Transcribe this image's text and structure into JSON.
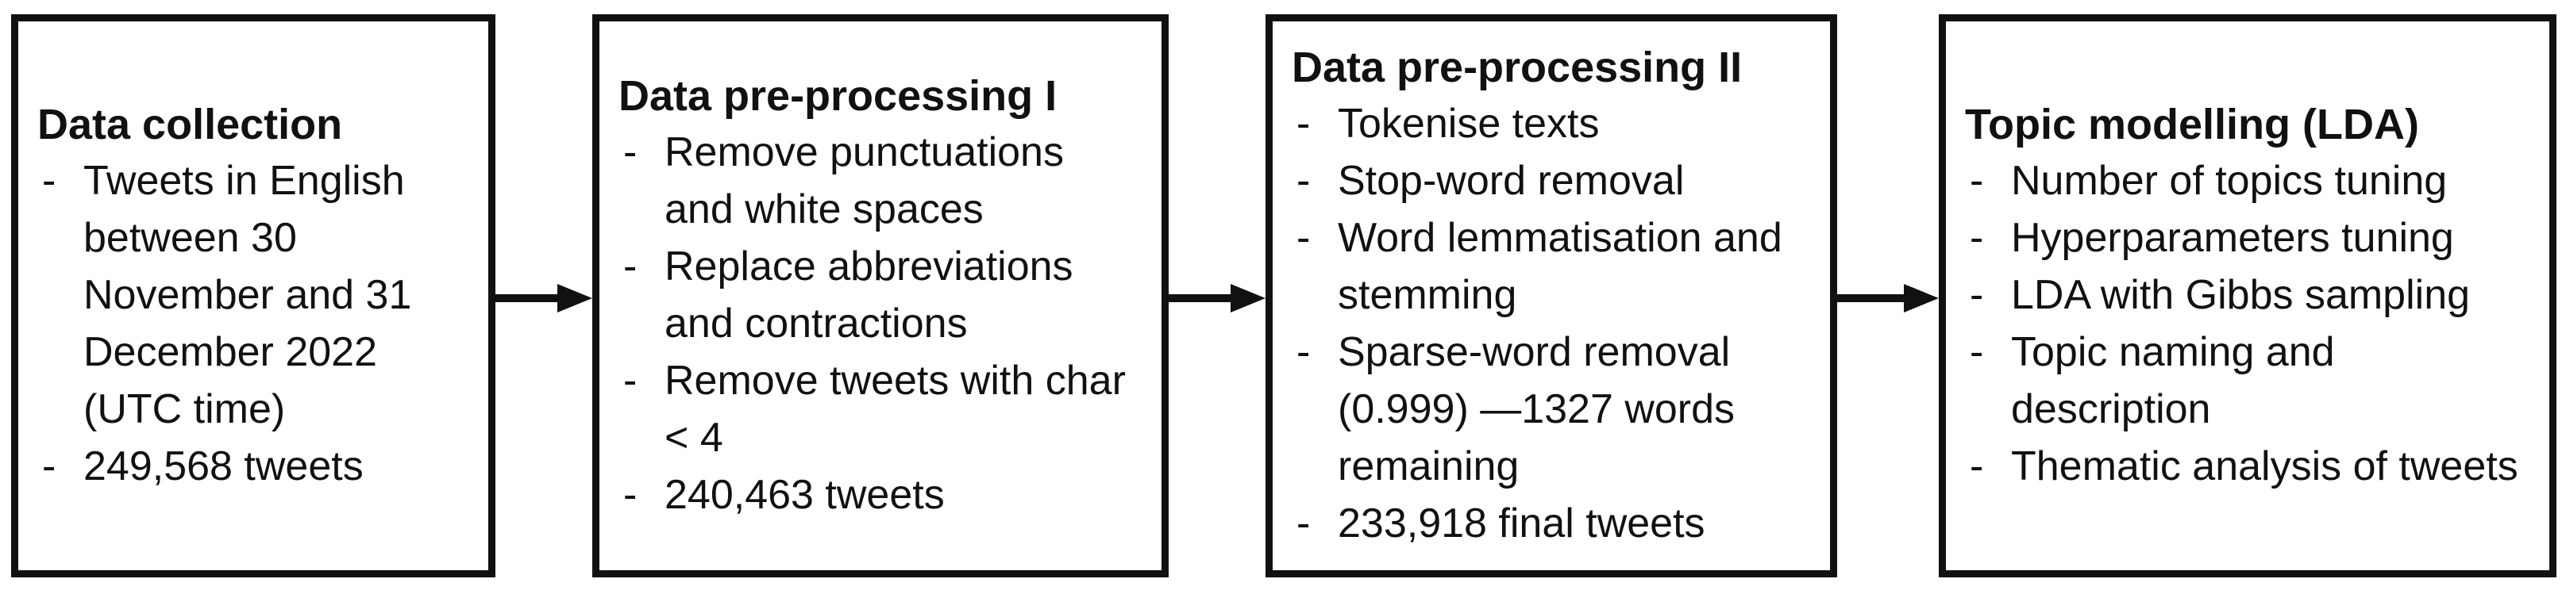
{
  "stages": [
    {
      "title": "Data collection",
      "items": [
        "Tweets in English between 30 November and 31 December 2022 (UTC time)",
        "249,568 tweets"
      ]
    },
    {
      "title": "Data pre-processing I",
      "items": [
        "Remove punctuations and white spaces",
        "Replace abbreviations and contractions",
        "Remove tweets with char < 4",
        "240,463 tweets"
      ]
    },
    {
      "title": "Data pre-processing II",
      "items": [
        "Tokenise texts",
        "Stop-word removal",
        "Word lemmatisation and stemming",
        "Sparse-word removal (0.999) —1327 words remaining",
        "233,918 final tweets"
      ]
    },
    {
      "title": "Topic modelling (LDA)",
      "items": [
        "Number of topics tuning",
        "Hyperparameters tuning",
        "LDA with Gibbs sampling",
        "Topic naming and description",
        "Thematic analysis of tweets"
      ]
    }
  ],
  "colors": {
    "stroke": "#111111",
    "background": "#ffffff"
  },
  "icons": {
    "dash": "-",
    "connector": "right-arrow-icon"
  }
}
